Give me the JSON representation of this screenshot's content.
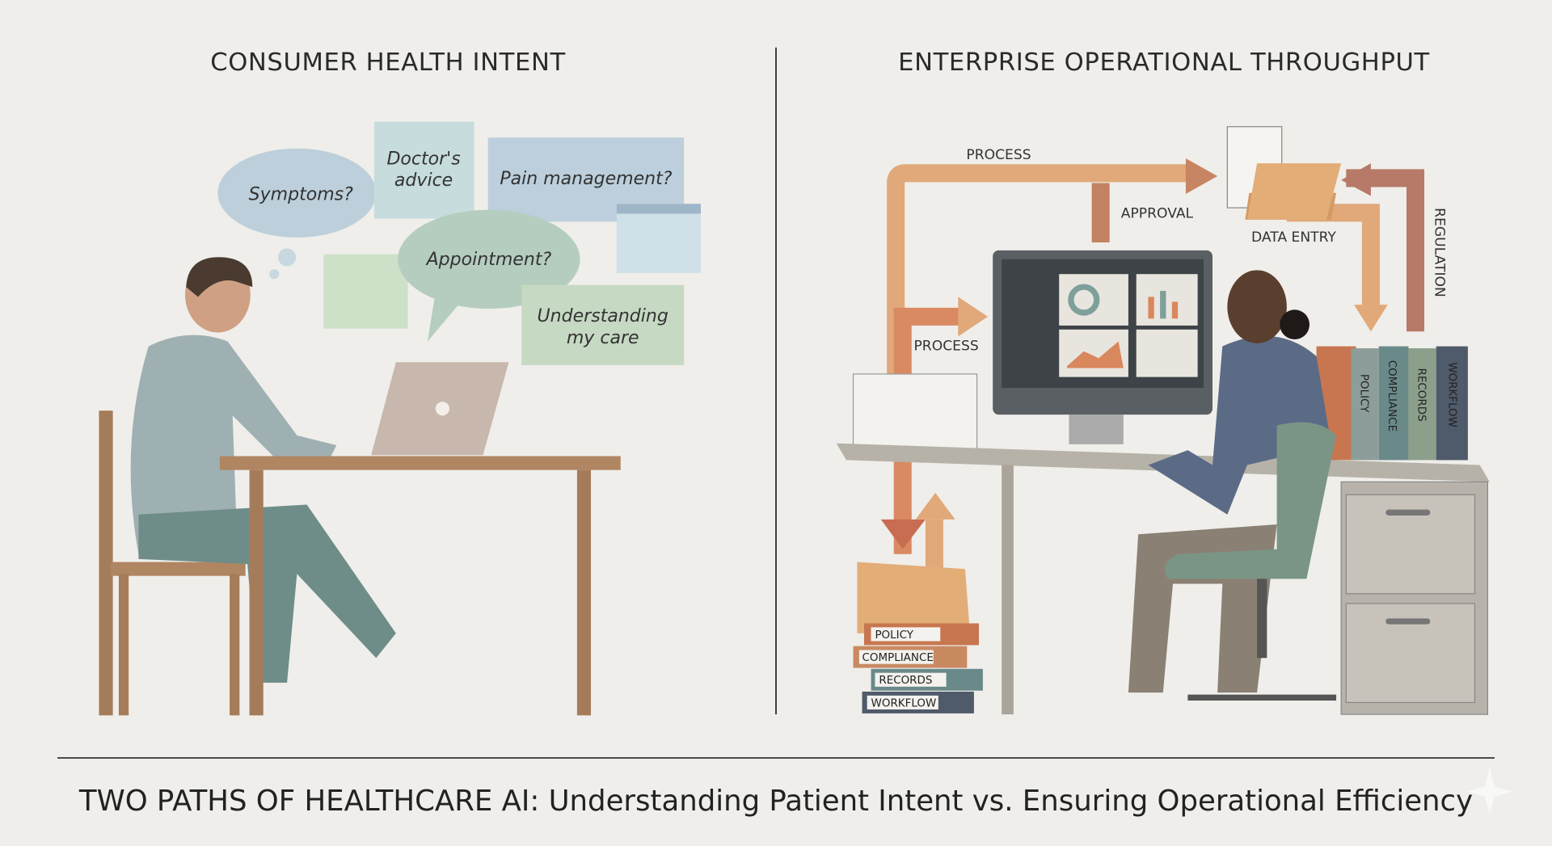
{
  "left_panel": {
    "title": "CONSUMER HEALTH INTENT",
    "bubbles": [
      "Symptoms?",
      "Doctor's",
      "advice",
      "Pain management?",
      "Appointment?",
      "Understanding",
      "my care"
    ]
  },
  "right_panel": {
    "title": "ENTERPRISE OPERATIONAL THROUGHPUT",
    "flow_labels": {
      "process_top": "PROCESS",
      "approval": "APPROVAL",
      "data_entry": "DATA ENTRY",
      "regulation": "REGULATION",
      "process_left": "PROCESS"
    },
    "binders_floor": [
      "POLICY",
      "COMPLIANCE",
      "RECORDS",
      "WORKFLOW"
    ],
    "binders_desk": [
      "POLICY",
      "COMPLIANCE",
      "RECORDS",
      "WORKFLOW"
    ]
  },
  "caption": "TWO PATHS OF HEALTHCARE AI: Understanding Patient Intent vs. Ensuring Operational Efficiency",
  "colors": {
    "background": "#efeeea",
    "arrow_orange": "#dca06e",
    "arrow_rust": "#b8705a",
    "bubble_blue": "#b9cfd9",
    "bubble_green": "#bcd3bd"
  }
}
